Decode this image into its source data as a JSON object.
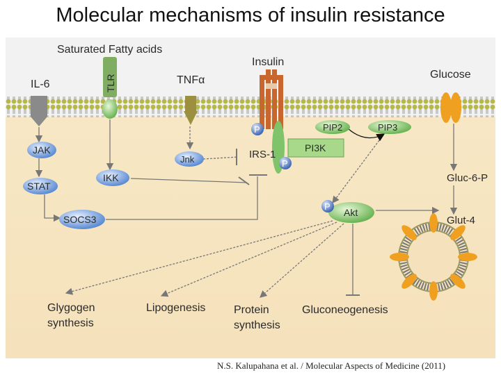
{
  "title": "Molecular mechanisms of insulin resistance",
  "citation": "N.S. Kalupahana et al. / Molecular Aspects of Medicine (2011)",
  "labels": {
    "saturated_fatty_acids": "Saturated Fatty acids",
    "tlr": "TLR",
    "il6": "IL-6",
    "tnfa": "TNFα",
    "insulin": "Insulin",
    "glucose": "Glucose",
    "jak": "JAK",
    "stat": "STAT",
    "socs3": "SOCS3",
    "ikk": "IKK",
    "jnk": "Jnk",
    "irs1": "IRS-1",
    "pi3k": "PI3K",
    "pip2": "PIP2",
    "pip3": "PIP3",
    "akt": "Akt",
    "p": "P",
    "gluc6p": "Gluc-6-P",
    "glut4": "Glut-4",
    "glycogen_line1": "Glygogen",
    "glycogen_line2": "synthesis",
    "lipogenesis": "Lipogenesis",
    "protein_line1": "Protein",
    "protein_line2": "synthesis",
    "gluconeogenesis": "Gluconeogenesis"
  },
  "colors": {
    "cytoplasm": "#f6e6c2",
    "membrane_head": "#b9b94a",
    "receptor_grey": "#8a8a8a",
    "receptor_green": "#6aa35a",
    "insulin_receptor": "#c8662e",
    "glucose_transporter": "#f0a020",
    "kinase_blue": "#5b8fd6",
    "pip_green": "#6fbf5a",
    "phosphate": "#3b64b0"
  }
}
